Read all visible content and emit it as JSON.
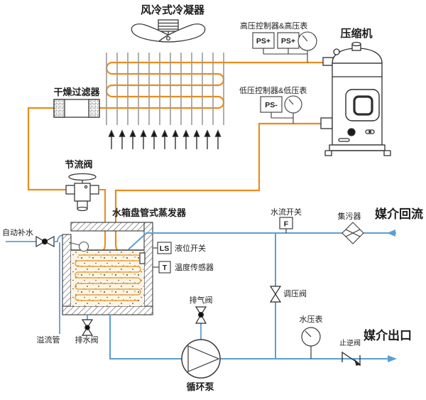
{
  "diagram": {
    "type": "refrigeration-chiller-schematic",
    "colors": {
      "refrigerant_pipe": "#E88C1C",
      "water_pipe": "#5B9FD4",
      "outline": "#3A3A3A",
      "condenser_fin": "#999999",
      "tank_coil": "#E8A13C",
      "water_fill": "#FCF5E6"
    },
    "labels": {
      "condenser": "风冷式冷凝器",
      "hp_controller": "高压控制器&高压表",
      "ps_plus": "PS+",
      "compressor": "压缩机",
      "lp_controller": "低压控制器&低压表",
      "ps_minus": "PS-",
      "filter_dryer": "干燥过滤器",
      "throttle_valve": "节流阀",
      "evaporator": "水箱盘管式蒸发器",
      "flow_switch": "水流开关",
      "flow_switch_tag": "F",
      "strainer": "集污器",
      "medium_return": "媒介回流",
      "auto_fill": "自动补水",
      "level_switch_tag": "LS",
      "level_switch": "液位开关",
      "temp_sensor_tag": "T",
      "temp_sensor": "温度传感器",
      "vent_valve": "排气阀",
      "regulating_valve": "调压阀",
      "water_gauge": "水压表",
      "check_valve": "止逆阀",
      "medium_outlet": "媒介出口",
      "overflow_pipe": "溢流管",
      "drain_valve": "排水阀",
      "pump": "循环泵"
    }
  }
}
